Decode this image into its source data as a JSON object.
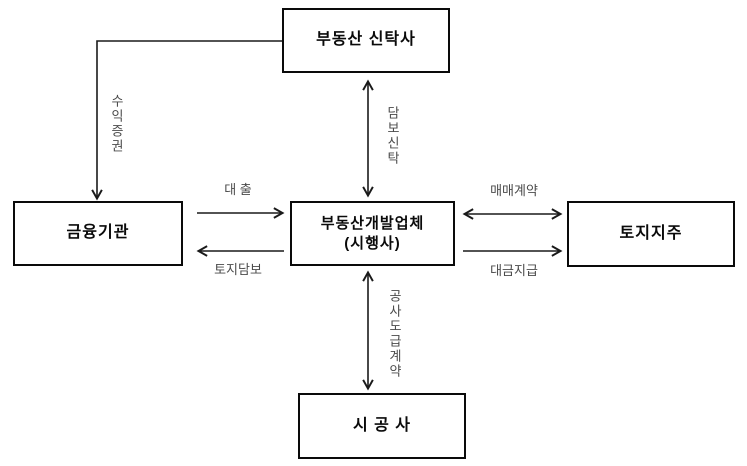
{
  "diagram": {
    "nodes": {
      "trust": "부동산 신탁사",
      "finance": "금융기관",
      "developer_line1": "부동산개발업체",
      "developer_line2": "(시행사)",
      "landowner": "토지지주",
      "constructor": "시 공 사"
    },
    "edges": {
      "beneficiary_certificate": "수익증권",
      "collateral_trust": "담보신탁",
      "loan": "대 출",
      "land_collateral": "토지담보",
      "sales_contract": "매매계약",
      "payment": "대금지급",
      "construction_contract": "공사도급계약"
    },
    "colors": {
      "background": "#ffffff",
      "box_border": "#0a0a0a",
      "box_text": "#0a0a0a",
      "arrow_line": "#1a1a1a",
      "edge_label_text": "#4a4a4a"
    }
  }
}
